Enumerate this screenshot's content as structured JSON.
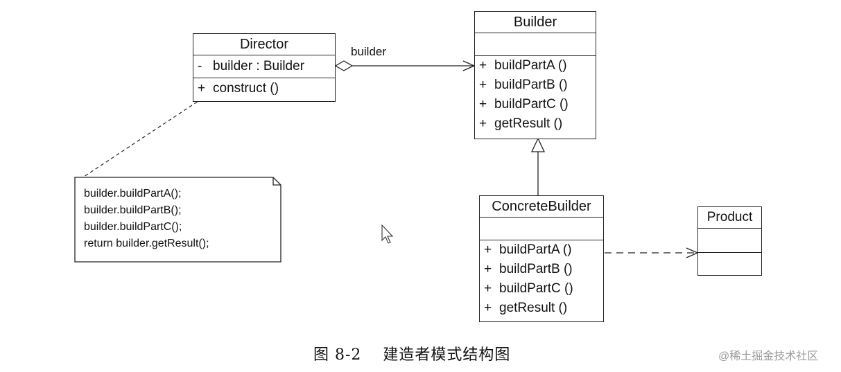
{
  "director": {
    "name": "Director",
    "attr_vis": "-",
    "attr": "builder : Builder",
    "method_vis": "+",
    "method": "construct ()"
  },
  "builder": {
    "name": "Builder",
    "methods": [
      {
        "vis": "+",
        "name": "buildPartA ()"
      },
      {
        "vis": "+",
        "name": "buildPartB ()"
      },
      {
        "vis": "+",
        "name": "buildPartC ()"
      },
      {
        "vis": "+",
        "name": "getResult ()"
      }
    ]
  },
  "concrete_builder": {
    "name": "ConcreteBuilder",
    "methods": [
      {
        "vis": "+",
        "name": "buildPartA ()"
      },
      {
        "vis": "+",
        "name": "buildPartB ()"
      },
      {
        "vis": "+",
        "name": "buildPartC ()"
      },
      {
        "vis": "+",
        "name": "getResult ()"
      }
    ]
  },
  "product": {
    "name": "Product"
  },
  "association_label": "builder",
  "note": {
    "lines": [
      "builder.buildPartA();",
      "builder.buildPartB();",
      "builder.buildPartC();",
      "return builder.getResult();"
    ]
  },
  "caption": "图 8-2　 建造者模式结构图",
  "watermark": "@稀土掘金技术社区"
}
